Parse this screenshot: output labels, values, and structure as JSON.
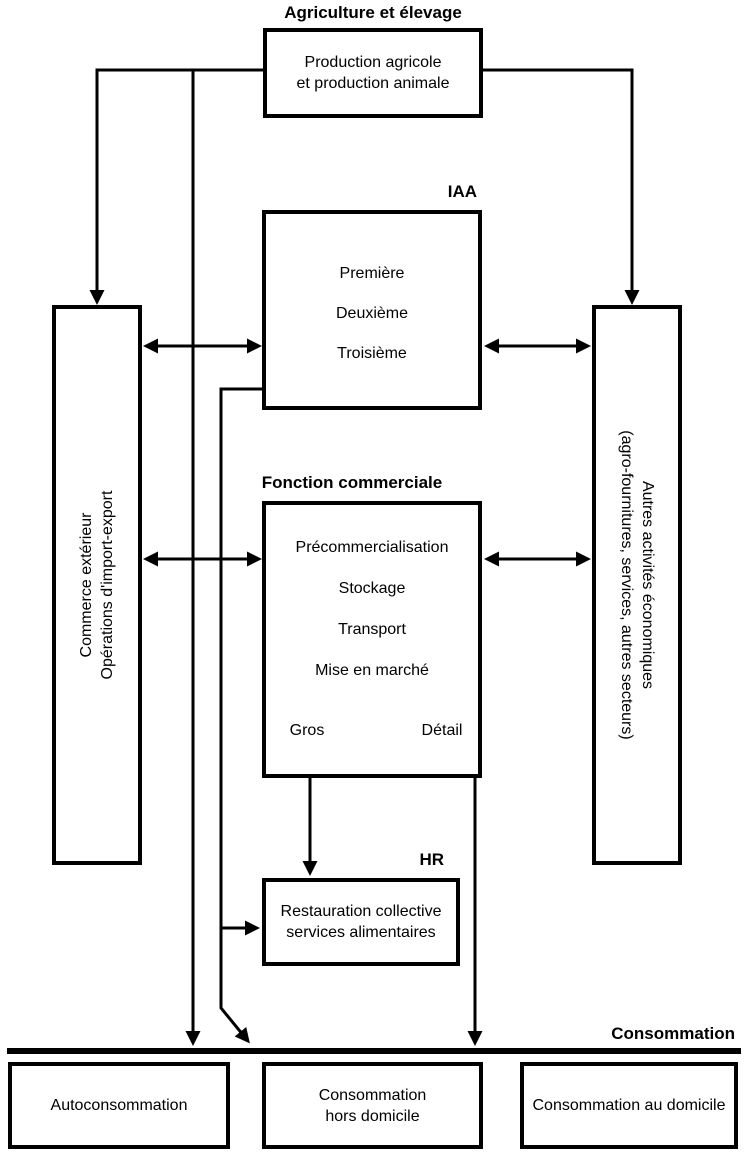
{
  "colors": {
    "ink": "#000000",
    "background": "#ffffff"
  },
  "section_labels": {
    "agriculture": "Agriculture et élevage",
    "iaa": "IAA",
    "fonction_commerciale": "Fonction commerciale",
    "hr": "HR",
    "consommation": "Consommation"
  },
  "boxes": {
    "production": {
      "line1": "Production agricole",
      "line2": "et production animale"
    },
    "iaa": {
      "items": [
        "Première",
        "Deuxième",
        "Troisième"
      ]
    },
    "fonction": {
      "items": [
        "Précommercialisation",
        "Stockage",
        "Transport",
        "Mise en marché"
      ],
      "gros": "Gros",
      "detail": "Détail"
    },
    "hr": {
      "line1": "Restauration collective",
      "line2": "services alimentaires"
    },
    "commerce_exterieur": {
      "line1": "Commerce extérieur",
      "line2": "Opérations d'import-export"
    },
    "autres_activites": {
      "line1": "Autres activités économiques",
      "line2": "(agro-fournitures, services, autres secteurs)"
    },
    "autoconsommation": {
      "label": "Autoconsommation"
    },
    "hors_domicile": {
      "line1": "Consommation",
      "line2": "hors domicile"
    },
    "au_domicile": {
      "label": "Consommation au domicile"
    }
  }
}
